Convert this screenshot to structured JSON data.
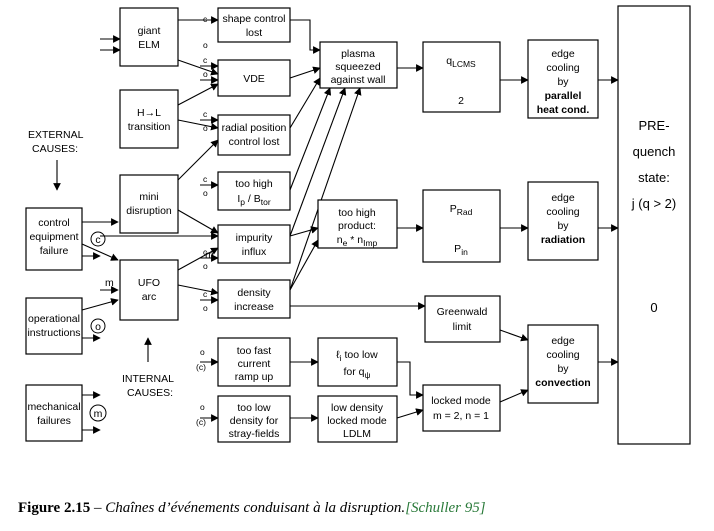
{
  "external_causes": [
    "EXTERNAL",
    "CAUSES:"
  ],
  "internal_causes": [
    "INTERNAL",
    "CAUSES:"
  ],
  "boxes": {
    "giant_elm": [
      "giant",
      "ELM"
    ],
    "hl_transition": [
      "H→L",
      "transition"
    ],
    "mini_disruption": [
      "mini",
      "disruption"
    ],
    "ufo_arc": [
      "UFO",
      "arc"
    ],
    "control_equipment": [
      "control",
      "equipment",
      "failure"
    ],
    "operational_instructions": [
      "operational",
      "instructions"
    ],
    "mechanical_failures": [
      "mechanical",
      "failures"
    ],
    "shape_control_lost": [
      "shape control",
      "lost"
    ],
    "vde": [
      "VDE"
    ],
    "radial_position": [
      "radial position",
      "control lost"
    ],
    "too_high_ip": [
      "too high",
      "I",
      "p",
      " / B",
      "tor"
    ],
    "impurity_influx": [
      "impurity",
      "influx"
    ],
    "density_increase": [
      "density",
      "increase"
    ],
    "too_fast_current": [
      "too fast",
      "current",
      "ramp up"
    ],
    "too_low_density": [
      "too low",
      "density for",
      "stray-fields"
    ],
    "plasma_squeezed": [
      "plasma",
      "squeezed",
      "against wall"
    ],
    "too_high_product": [
      "too high",
      "product:",
      "n",
      "e",
      " * n",
      "Imp"
    ],
    "ll_too_low": [
      "ℓ",
      "i",
      " too low",
      "for q",
      "ψ"
    ],
    "low_density_locked": [
      "low density",
      "locked mode",
      "LDLM"
    ],
    "q_lcms": [
      "q",
      "LCMS",
      "2"
    ],
    "p_rad": [
      "P",
      "Rad",
      "P",
      "in"
    ],
    "greenwald_limit": [
      "Greenwald",
      "limit"
    ],
    "locked_mode": [
      "locked mode",
      "m = 2, n = 1"
    ],
    "edge_cooling_parallel": [
      "edge",
      "cooling",
      "by",
      "parallel",
      "heat cond."
    ],
    "edge_cooling_radiation": [
      "edge",
      "cooling",
      "by",
      "radiation"
    ],
    "edge_cooling_convection": [
      "edge",
      "cooling",
      "by",
      "convection"
    ],
    "pre_quench": [
      "PRE-",
      "quench",
      "state:",
      "j (q > 2)",
      "0"
    ]
  },
  "markers": {
    "c_over_o": [
      "c",
      "o"
    ],
    "o_over_c": [
      "o",
      "(c)"
    ],
    "circled_c": "c",
    "circled_o": "o",
    "circled_m": "m",
    "m_label": "m"
  },
  "caption": {
    "label": "Figure 2.15",
    "dash": " – ",
    "text": "Chaînes d’événements conduisant à la disruption.",
    "reference": "[Schuller 95]"
  }
}
